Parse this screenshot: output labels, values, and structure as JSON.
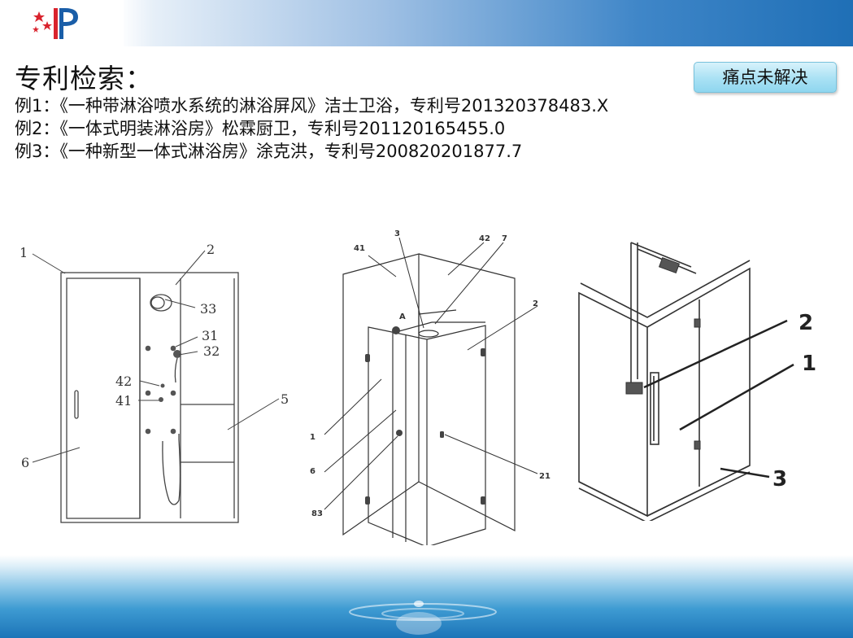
{
  "title": "专利检索：",
  "badge": "痛点未解决",
  "examples": [
    "例1：《一种带淋浴喷水系统的淋浴屏风》洁士卫浴，专利号201320378483.X",
    "例2：《一体式明装淋浴房》松霖厨卫，专利号201120165455.0",
    "例3：《一种新型一体式淋浴房》涂克洪，专利号200820201877.7"
  ],
  "figures": {
    "fig1": {
      "labels": [
        "1",
        "2",
        "33",
        "31",
        "32",
        "42",
        "41",
        "5",
        "6"
      ]
    },
    "fig2": {
      "labels": [
        "41",
        "3",
        "42",
        "7",
        "A",
        "2",
        "1",
        "6",
        "83",
        "21"
      ]
    },
    "fig3": {
      "labels": [
        "2",
        "1",
        "3"
      ]
    }
  },
  "colors": {
    "header_blue": "#1f6fb6",
    "badge_bg": "#a9e1f4",
    "water_blue": "#1c74b8"
  }
}
